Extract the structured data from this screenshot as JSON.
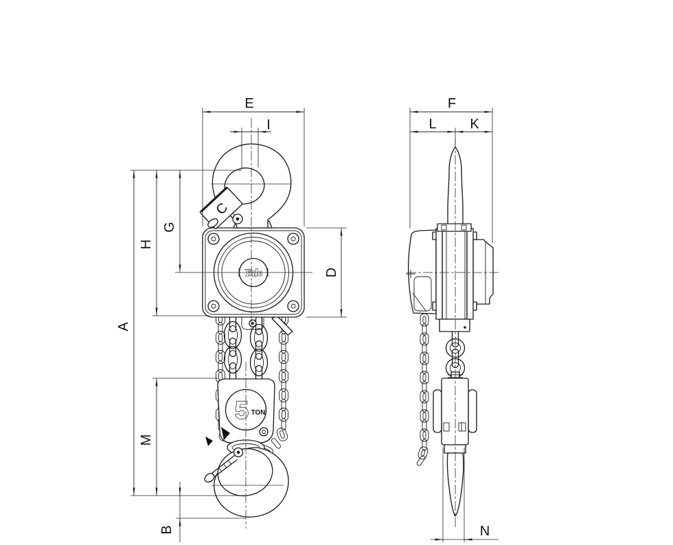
{
  "drawing": {
    "type": "chain-hoist-dimensional-drawing",
    "brand": "Yale",
    "capacity": "5",
    "capacity_unit": "TON",
    "line_color": "#1c1c1c",
    "background": "#ffffff"
  },
  "labels": {
    "A": "A",
    "B": "B",
    "C": "C",
    "D": "D",
    "E": "E",
    "F": "F",
    "G": "G",
    "H": "H",
    "I": "I",
    "K": "K",
    "L": "L",
    "M": "M",
    "N": "N"
  }
}
